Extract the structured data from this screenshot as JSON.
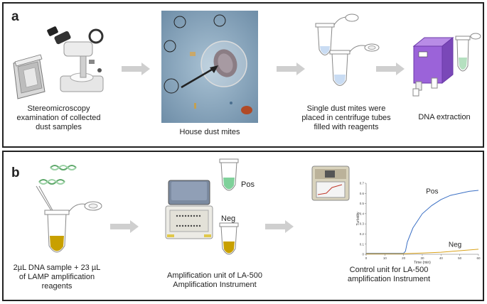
{
  "panel_a": {
    "label": "a",
    "steps": [
      {
        "caption": "Stereomicroscopy examination of collected dust samples"
      },
      {
        "caption": "House dust mites"
      },
      {
        "caption": "Single dust mites  were placed in centrifuge tubes filled with reagents"
      },
      {
        "caption": "DNA extraction"
      }
    ]
  },
  "panel_b": {
    "label": "b",
    "steps": [
      {
        "caption": "2µL DNA sample + 23 µL of LAMP amplification reagents"
      },
      {
        "caption": "Amplification unit of LA-500 Amplification Instrument"
      },
      {
        "caption": "Control unit for LA-500 amplification Instrument"
      }
    ],
    "tube_labels": {
      "pos": "Pos",
      "neg": "Neg"
    }
  },
  "colors": {
    "border": "#222222",
    "arrow": "#cfcfcf",
    "pos_curve": "#3a6fc4",
    "neg_curve": "#d9a21b",
    "baseline": "#e0b83a",
    "reagent_yellow": "#c8a000",
    "reagent_green": "#7fd19a",
    "box_purple": "#9b63d9",
    "mite_bg": "#7c9bb3"
  },
  "chart_data": {
    "type": "line",
    "title": "",
    "xlabel": "Time (min)",
    "ylabel": "Turbidity",
    "xlim": [
      0,
      60
    ],
    "ylim": [
      0,
      0.7
    ],
    "x_ticks": [
      "0",
      "10",
      "20",
      "30",
      "40",
      "50",
      "60"
    ],
    "y_ticks": [
      "0",
      "0.1",
      "0.2",
      "0.3",
      "0.4",
      "0.5",
      "0.6",
      "0.7"
    ],
    "series": [
      {
        "name": "Pos",
        "color": "#3a6fc4",
        "x": [
          0,
          20,
          21,
          22,
          25,
          30,
          35,
          40,
          45,
          50,
          55,
          60
        ],
        "y": [
          0.01,
          0.01,
          0.03,
          0.12,
          0.26,
          0.4,
          0.48,
          0.54,
          0.58,
          0.6,
          0.62,
          0.63
        ]
      },
      {
        "name": "Neg",
        "color": "#d9a21b",
        "x": [
          0,
          20,
          30,
          40,
          50,
          60
        ],
        "y": [
          0.005,
          0.006,
          0.012,
          0.02,
          0.035,
          0.05
        ]
      }
    ],
    "grid": false
  }
}
